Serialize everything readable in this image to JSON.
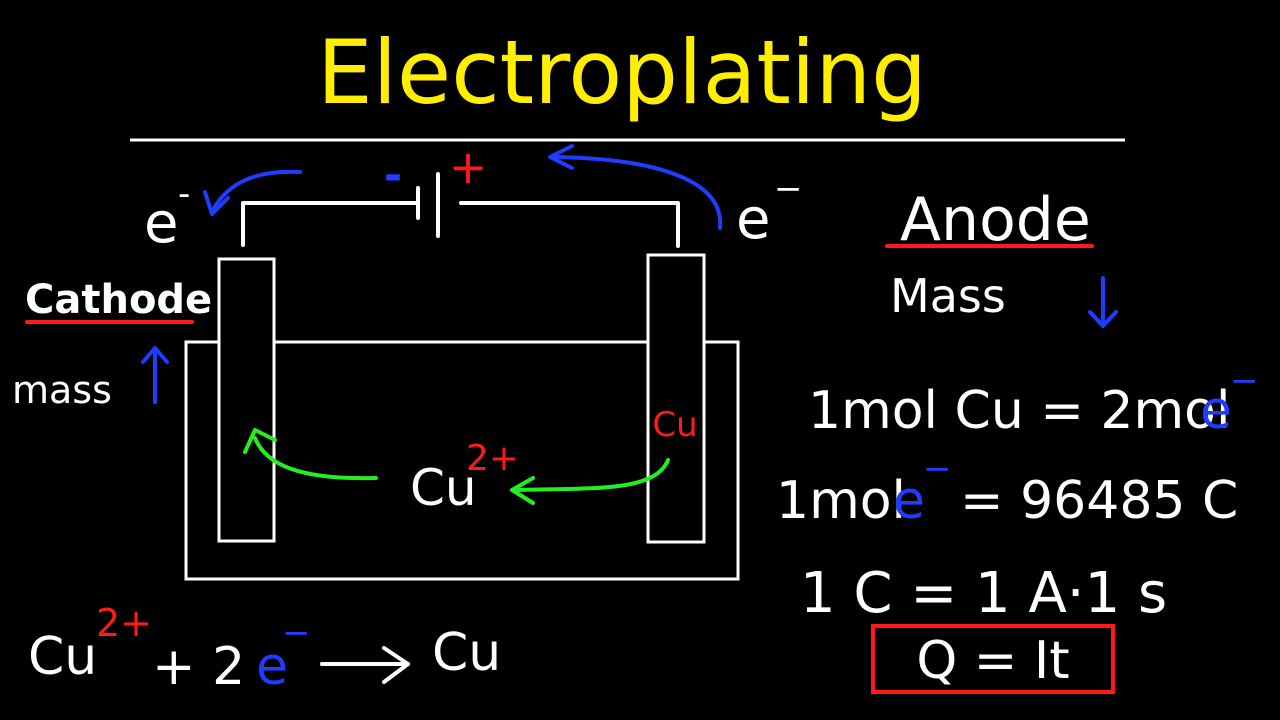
{
  "title": "Electroplating",
  "circuit": {
    "minus_sign": "-",
    "plus_sign": "+",
    "electron_left": "e",
    "electron_left_sup": "-",
    "electron_right": "e",
    "electron_right_sup": "−"
  },
  "cathode": {
    "label": "Cathode",
    "mass_label": "mass"
  },
  "anode": {
    "label": "Anode",
    "mass_label": "Mass"
  },
  "cell": {
    "anode_metal": "Cu",
    "ion": "Cu",
    "ion_charge": "2+"
  },
  "equations": {
    "reaction_reactant": "Cu",
    "reaction_charge": "2+",
    "reaction_plus": "+ 2",
    "reaction_electron": "e",
    "reaction_electron_sup": "−",
    "reaction_product": "Cu",
    "mol_cu_left": "1mol Cu = 2mol",
    "mol_cu_electron": "e",
    "mol_cu_electron_sup": "−",
    "faraday_left": "1mol",
    "faraday_electron": "e",
    "faraday_electron_sup": "−",
    "faraday_right": "= 96485 C",
    "coulomb_def": "1 C = 1 A·1 s",
    "charge_formula": "Q = It"
  },
  "colors": {
    "title": "#ffee00",
    "chalk": "#ffffff",
    "red": "#ff1a1a",
    "blue": "#1f3cff",
    "green": "#22ee22",
    "background": "#000000"
  }
}
